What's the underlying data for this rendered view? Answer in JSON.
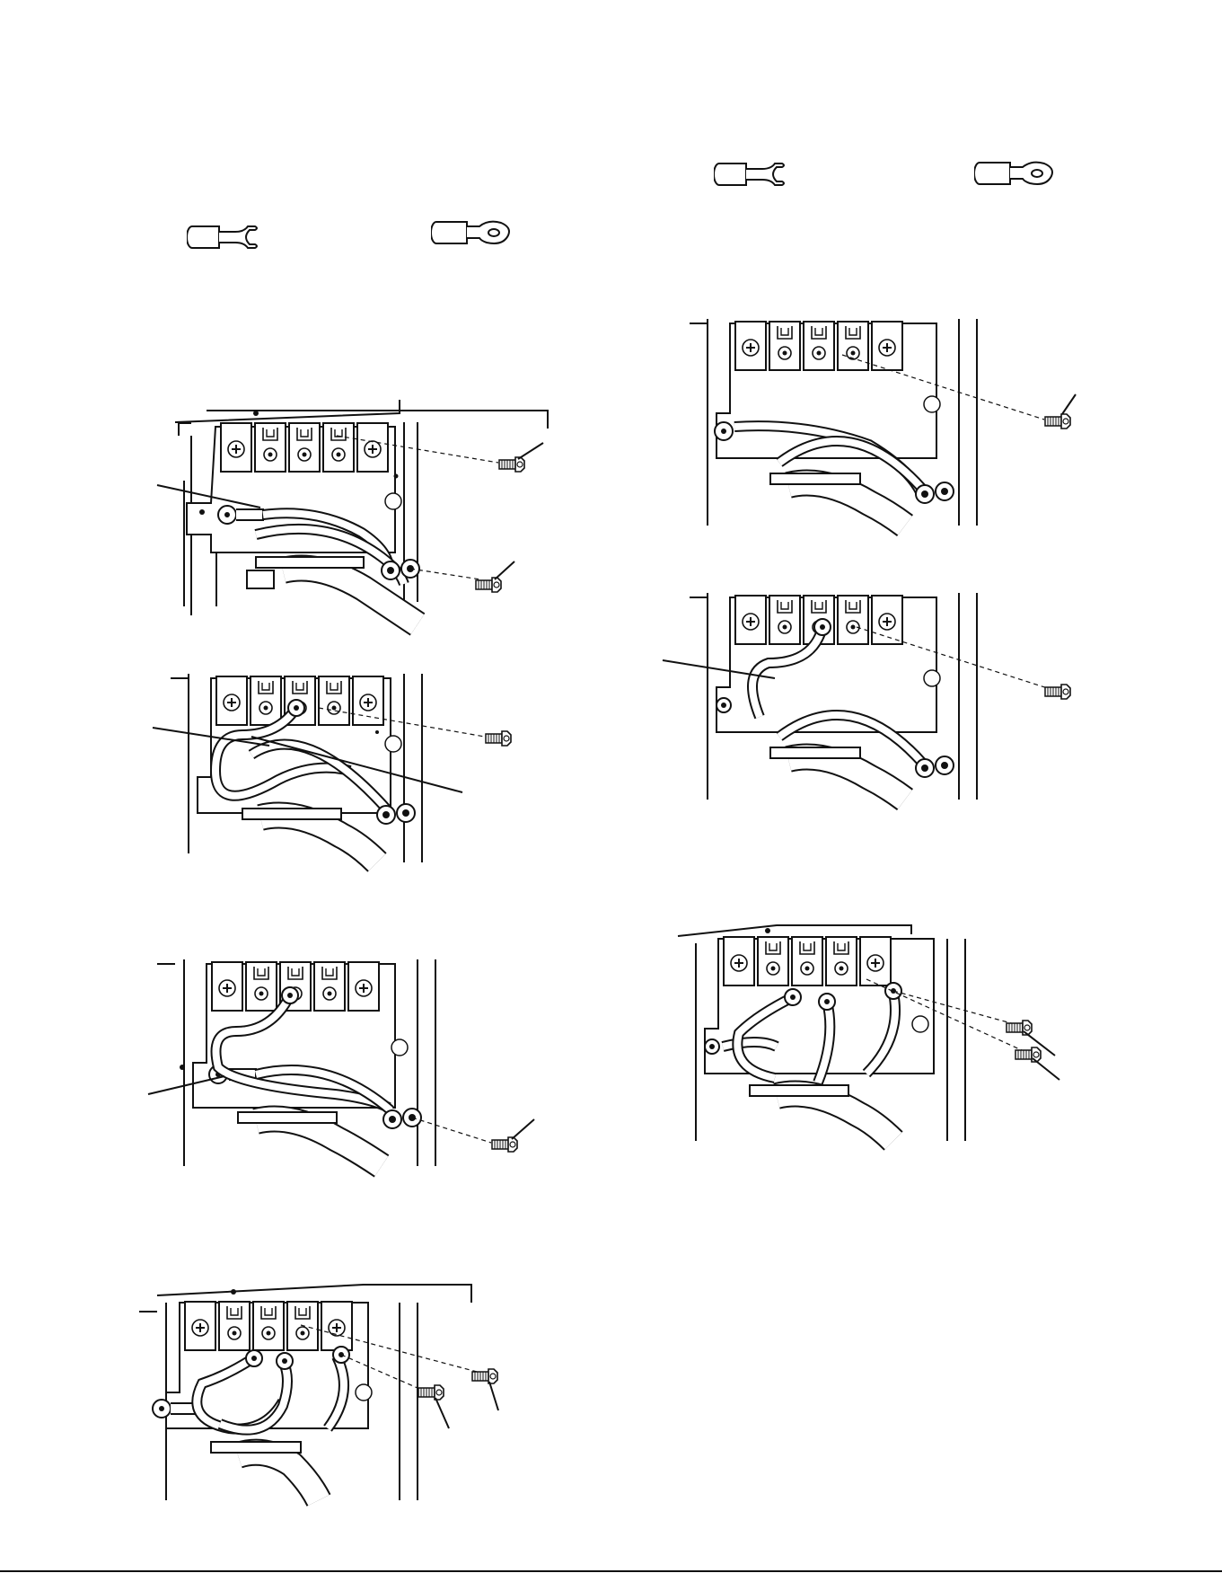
{
  "page": {
    "footer_text": "",
    "background": "#ffffff",
    "ink": "#111111"
  },
  "terminal_icons": [
    {
      "name": "spade-terminal-icon"
    },
    {
      "name": "ring-terminal-icon"
    }
  ],
  "figures": [
    {
      "name": "three-wire-cord-connection-diagram",
      "screws": 2,
      "callouts": 1
    },
    {
      "name": "three-wire-neutral-center-diagram",
      "screws": 1,
      "callouts": 2
    },
    {
      "name": "three-wire-ground-strap-diagram",
      "screws": 1,
      "callouts": 1
    },
    {
      "name": "four-wire-cord-connection-diagram",
      "screws": 2,
      "callouts": 0
    },
    {
      "name": "four-wire-cord-overview-diagram",
      "screws": 1,
      "callouts": 0
    },
    {
      "name": "four-wire-ground-wire-diagram",
      "screws": 1,
      "callouts": 1
    },
    {
      "name": "four-wire-final-connection-diagram",
      "screws": 2,
      "callouts": 0
    }
  ]
}
